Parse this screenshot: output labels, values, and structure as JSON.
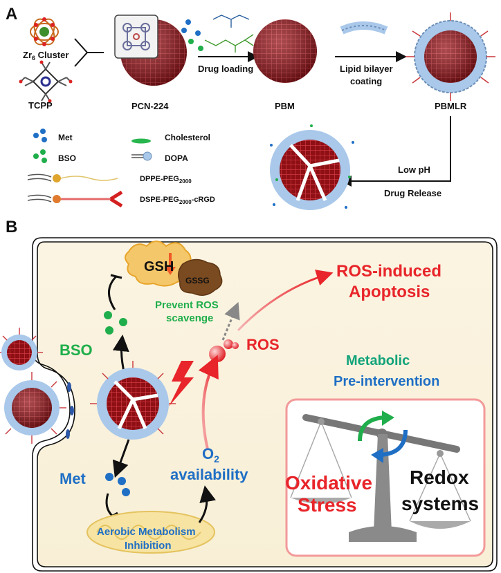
{
  "panelA": {
    "label": "A",
    "zr6_text": "Zr",
    "zr6_sub": "6",
    "zr6_rest": " Cluster",
    "tcpp": "TCPP",
    "pcn": "PCN-224",
    "drug_loading": "Drug loading",
    "pbm": "PBM",
    "lipid_line1": "Lipid bilayer",
    "lipid_line2": "coating",
    "pbmlr": "PBMLR",
    "low_ph": "Low pH",
    "drug_release": "Drug Release",
    "legend": {
      "met": "Met",
      "bso": "BSO",
      "cholesterol": "Cholesterol",
      "dopa": "DOPA",
      "dppe_main": "DPPE-PEG",
      "dppe_sub": "2000",
      "dspe_main": "DSPE-PEG",
      "dspe_sub": "2000",
      "dspe_rest": "-cRGD"
    }
  },
  "panelB": {
    "label": "B",
    "gsh": "GSH",
    "gssg": "GSSG",
    "prevent_line1": "Prevent ROS",
    "prevent_line2": "scavenge",
    "ros_apop_line1": "ROS-induced",
    "ros_apop_line2": "Apoptosis",
    "bso": "BSO",
    "ros": "ROS",
    "metabolic_line1": "Metabolic",
    "metabolic_line2": "Pre-intervention",
    "met": "Met",
    "o2_main": "O",
    "o2_sub": "2",
    "availability": "availability",
    "aerobic_line1": "Aerobic Metabolism",
    "aerobic_line2": "Inhibition",
    "oxidative_line1": "Oxidative",
    "oxidative_line2": "Stress",
    "redox_line1": "Redox",
    "redox_line2": "systems"
  },
  "colors": {
    "red": "#e8252a",
    "green": "#1fae4b",
    "blue": "#1f6fc5",
    "teal": "#12a37a",
    "cell_fill": "#fbf4e2",
    "mof_red": "#a3171c",
    "lipid_blue": "#a9c8ea"
  }
}
